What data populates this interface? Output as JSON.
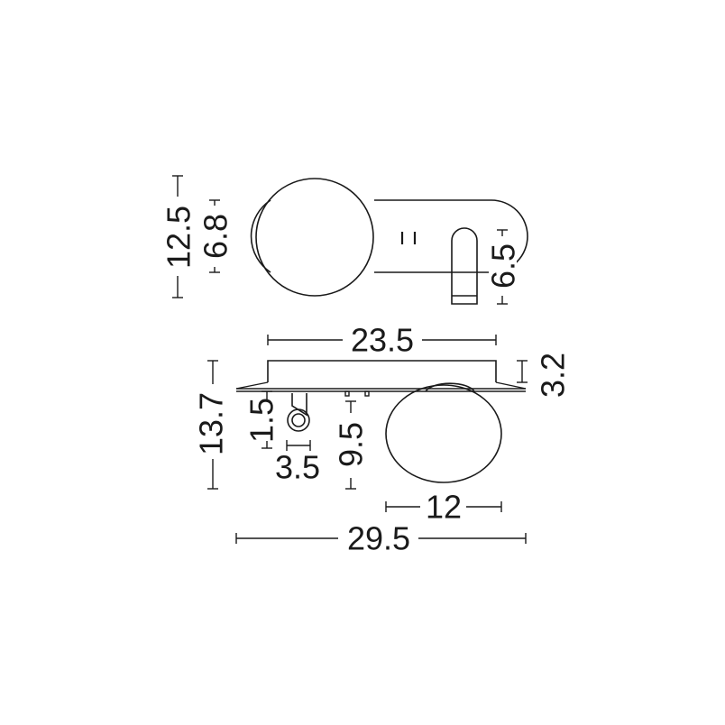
{
  "drawing": {
    "top_view": {
      "height": "12.5",
      "globe_height": "6.8",
      "reading_arm_height": "6.5"
    },
    "side_view": {
      "base_length": "23.5",
      "base_depth": "3.2",
      "overall_height": "13.7",
      "arm_offset": "1.5",
      "arm_width": "3.5",
      "arm_drop": "9.5",
      "globe_width": "12",
      "overall_length": "29.5"
    }
  }
}
